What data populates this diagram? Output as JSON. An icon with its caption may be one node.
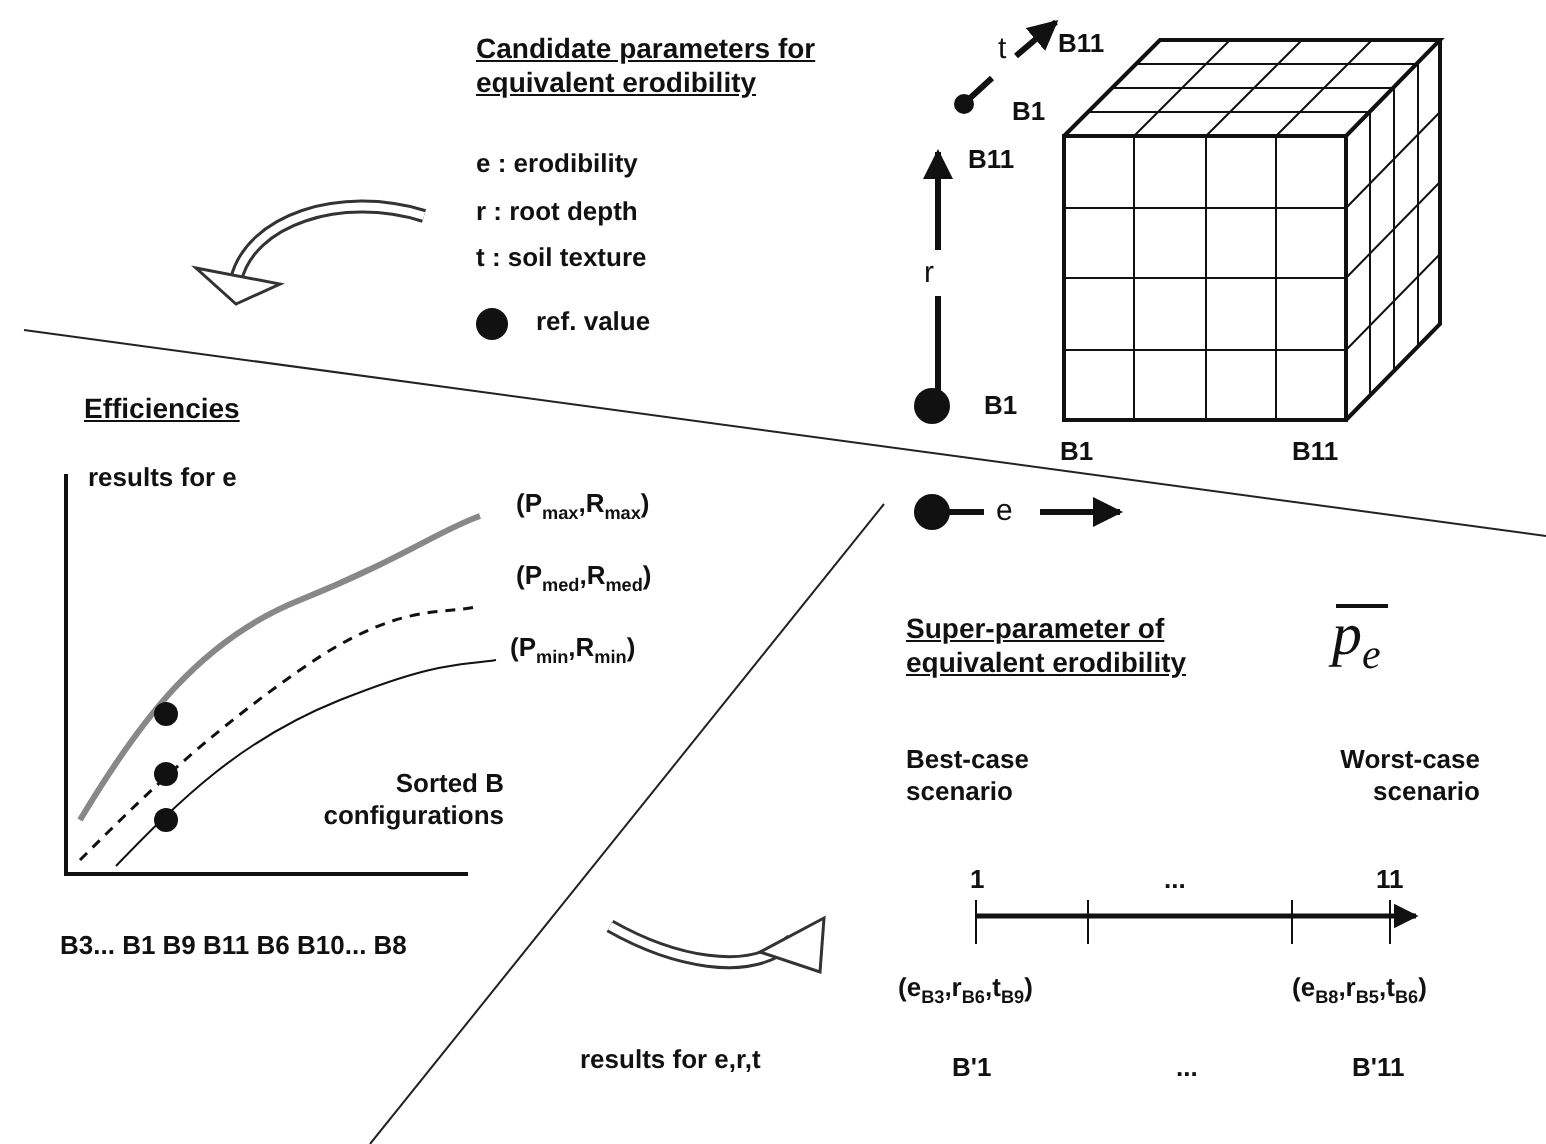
{
  "diagram": {
    "labels": [
      "Candidate parameters for equivalent erodibility",
      "e : erodibility",
      "r : root depth",
      "t : soil texture",
      "t",
      "B11",
      "B1",
      "B11",
      "r",
      "B1",
      "B1",
      "B11",
      "e",
      "Efficiencies",
      "results for e",
      "(P$_{max}$,R$_{max}$)",
      "(P$_{med}$,R$_{med}$)",
      "(P$_{min}$,R$_{min}$)",
      "Sorted B configurations",
      "B3... B1 B9 B11 B6 B10... B8",
      "Super-parameter of equivalent erodibility",
      "p$_{e}$",
      "Best-case scenario",
      "Worst-case scenario",
      "1",
      "...",
      "11",
      "(e$_{B3}$,r$_{B6}$,t$_{B9}$)",
      "(e$_{B8}$,r$_{B5}$,t$_{B6}$)",
      "results for e,r,t",
      "B'1",
      "...",
      "B'11"
    ],
    "legend": [
      {
        "text": "ref. value"
      }
    ]
  }
}
